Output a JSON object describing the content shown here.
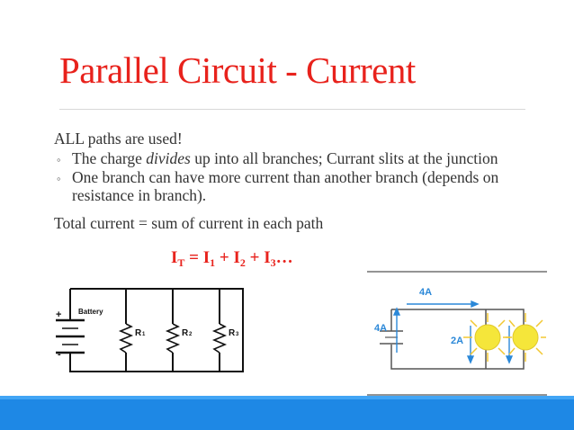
{
  "slide": {
    "title": "Parallel Circuit - Current",
    "intro": "ALL paths are used!",
    "bullets": [
      {
        "pre": "The charge ",
        "italic": "divides",
        "post": " up into all branches; Currant slits at the junction"
      },
      {
        "line1": "One branch can have more current than another  branch (depends on",
        "line2": "resistance in branch)."
      }
    ],
    "total_line": "Total current = sum of current in each path",
    "formula": {
      "i": "I",
      "sub_t": "T",
      "eq": " = I",
      "sub_1": "1",
      "plus1": " + I",
      "sub_2": "2",
      "plus2": " + I",
      "sub_3": "3",
      "tail": "…"
    }
  },
  "circuit_left": {
    "battery_label": "Battery",
    "plus": "+",
    "minus": "-",
    "resistors": [
      {
        "name": "R",
        "sub": "1"
      },
      {
        "name": "R",
        "sub": "2"
      },
      {
        "name": "R",
        "sub": "3"
      }
    ]
  },
  "circuit_right": {
    "top_current": "4A",
    "left_current": "4A",
    "branch_current": "2A"
  },
  "colors": {
    "title": "#e8221c",
    "accent_bar": "#1e88e5",
    "arrow_blue": "#2b88d8",
    "bulb_yellow": "#f5e63a"
  }
}
